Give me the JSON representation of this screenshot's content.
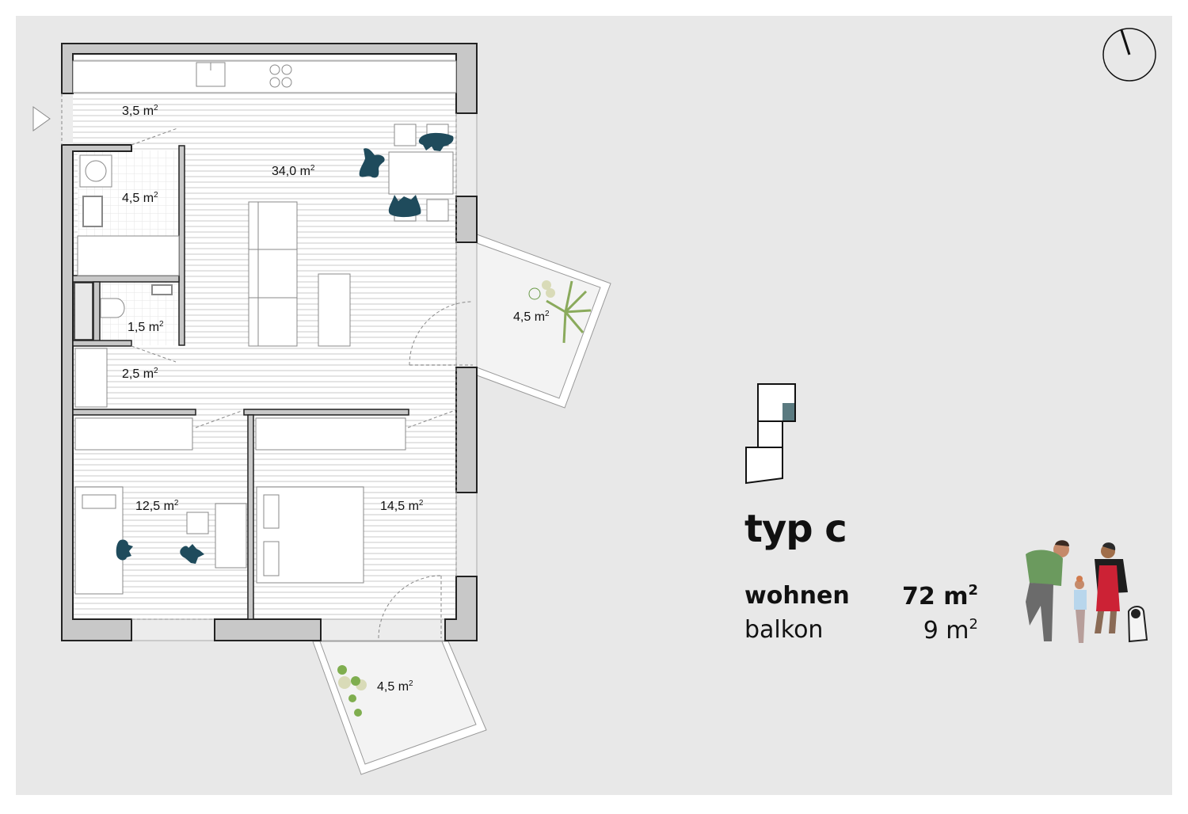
{
  "plan": {
    "rooms": [
      {
        "name": "entrance",
        "area": "3,5"
      },
      {
        "name": "living-kitchen",
        "area": "34,0"
      },
      {
        "name": "bathroom",
        "area": "4,5"
      },
      {
        "name": "wc",
        "area": "1,5"
      },
      {
        "name": "storage",
        "area": "2,5"
      },
      {
        "name": "bedroom-small",
        "area": "12,5"
      },
      {
        "name": "bedroom-large",
        "area": "14,5"
      },
      {
        "name": "balcony-east",
        "area": "4,5"
      },
      {
        "name": "balcony-south",
        "area": "4,5"
      }
    ],
    "unit": "m",
    "unit_exponent": "2",
    "entrance_marker_icon": "triangle-entrance-icon",
    "north_arrow_icon": "north-arrow-icon"
  },
  "info": {
    "title": "typ c",
    "rows": [
      {
        "label": "wohnen",
        "value": "72 m",
        "exp": "2"
      },
      {
        "label": "balkon",
        "value": "9 m",
        "exp": "2"
      }
    ],
    "key_plan_icon": "key-plan-icon",
    "people_illustration": "family-illustration"
  },
  "colors": {
    "background": "#e8e8e8",
    "wall": "#c8c8c8",
    "accent": "#1f4b5c",
    "highlight_unit": "#5a7a80"
  }
}
